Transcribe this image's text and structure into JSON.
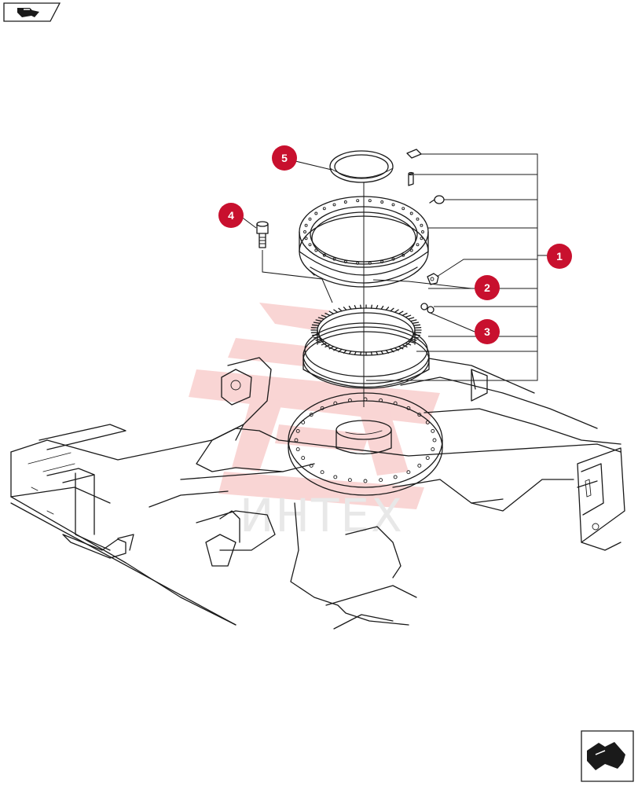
{
  "nav": {
    "prev_icon": "prev-page-arrow-icon",
    "next_icon": "next-page-arrow-icon"
  },
  "watermark": {
    "text": "ИНТЕХ",
    "color": "#e8433f"
  },
  "callouts": [
    {
      "label": "1"
    },
    {
      "label": "2"
    },
    {
      "label": "3"
    },
    {
      "label": "4"
    },
    {
      "label": "5"
    }
  ],
  "colors": {
    "callout": "#c8102e",
    "ink": "#1a1a1a",
    "watermark": "#e8433f"
  }
}
